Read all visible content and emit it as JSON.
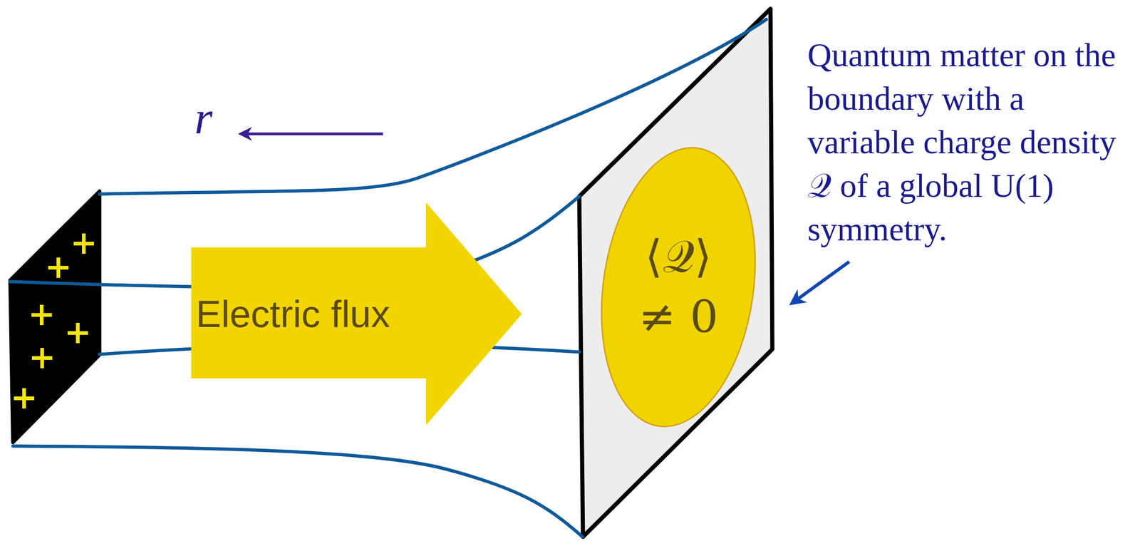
{
  "diagram": {
    "nodes": [
      {
        "text": [
          "Electric flux"
        ]
      },
      {
        "text": [
          "⟨𝒬⟩ ≠ 0"
        ]
      }
    ],
    "labels": [
      "r",
      "Quantum matter on the boundary with a variable charge density 𝒬 of a global U(1) symmetry."
    ]
  }
}
